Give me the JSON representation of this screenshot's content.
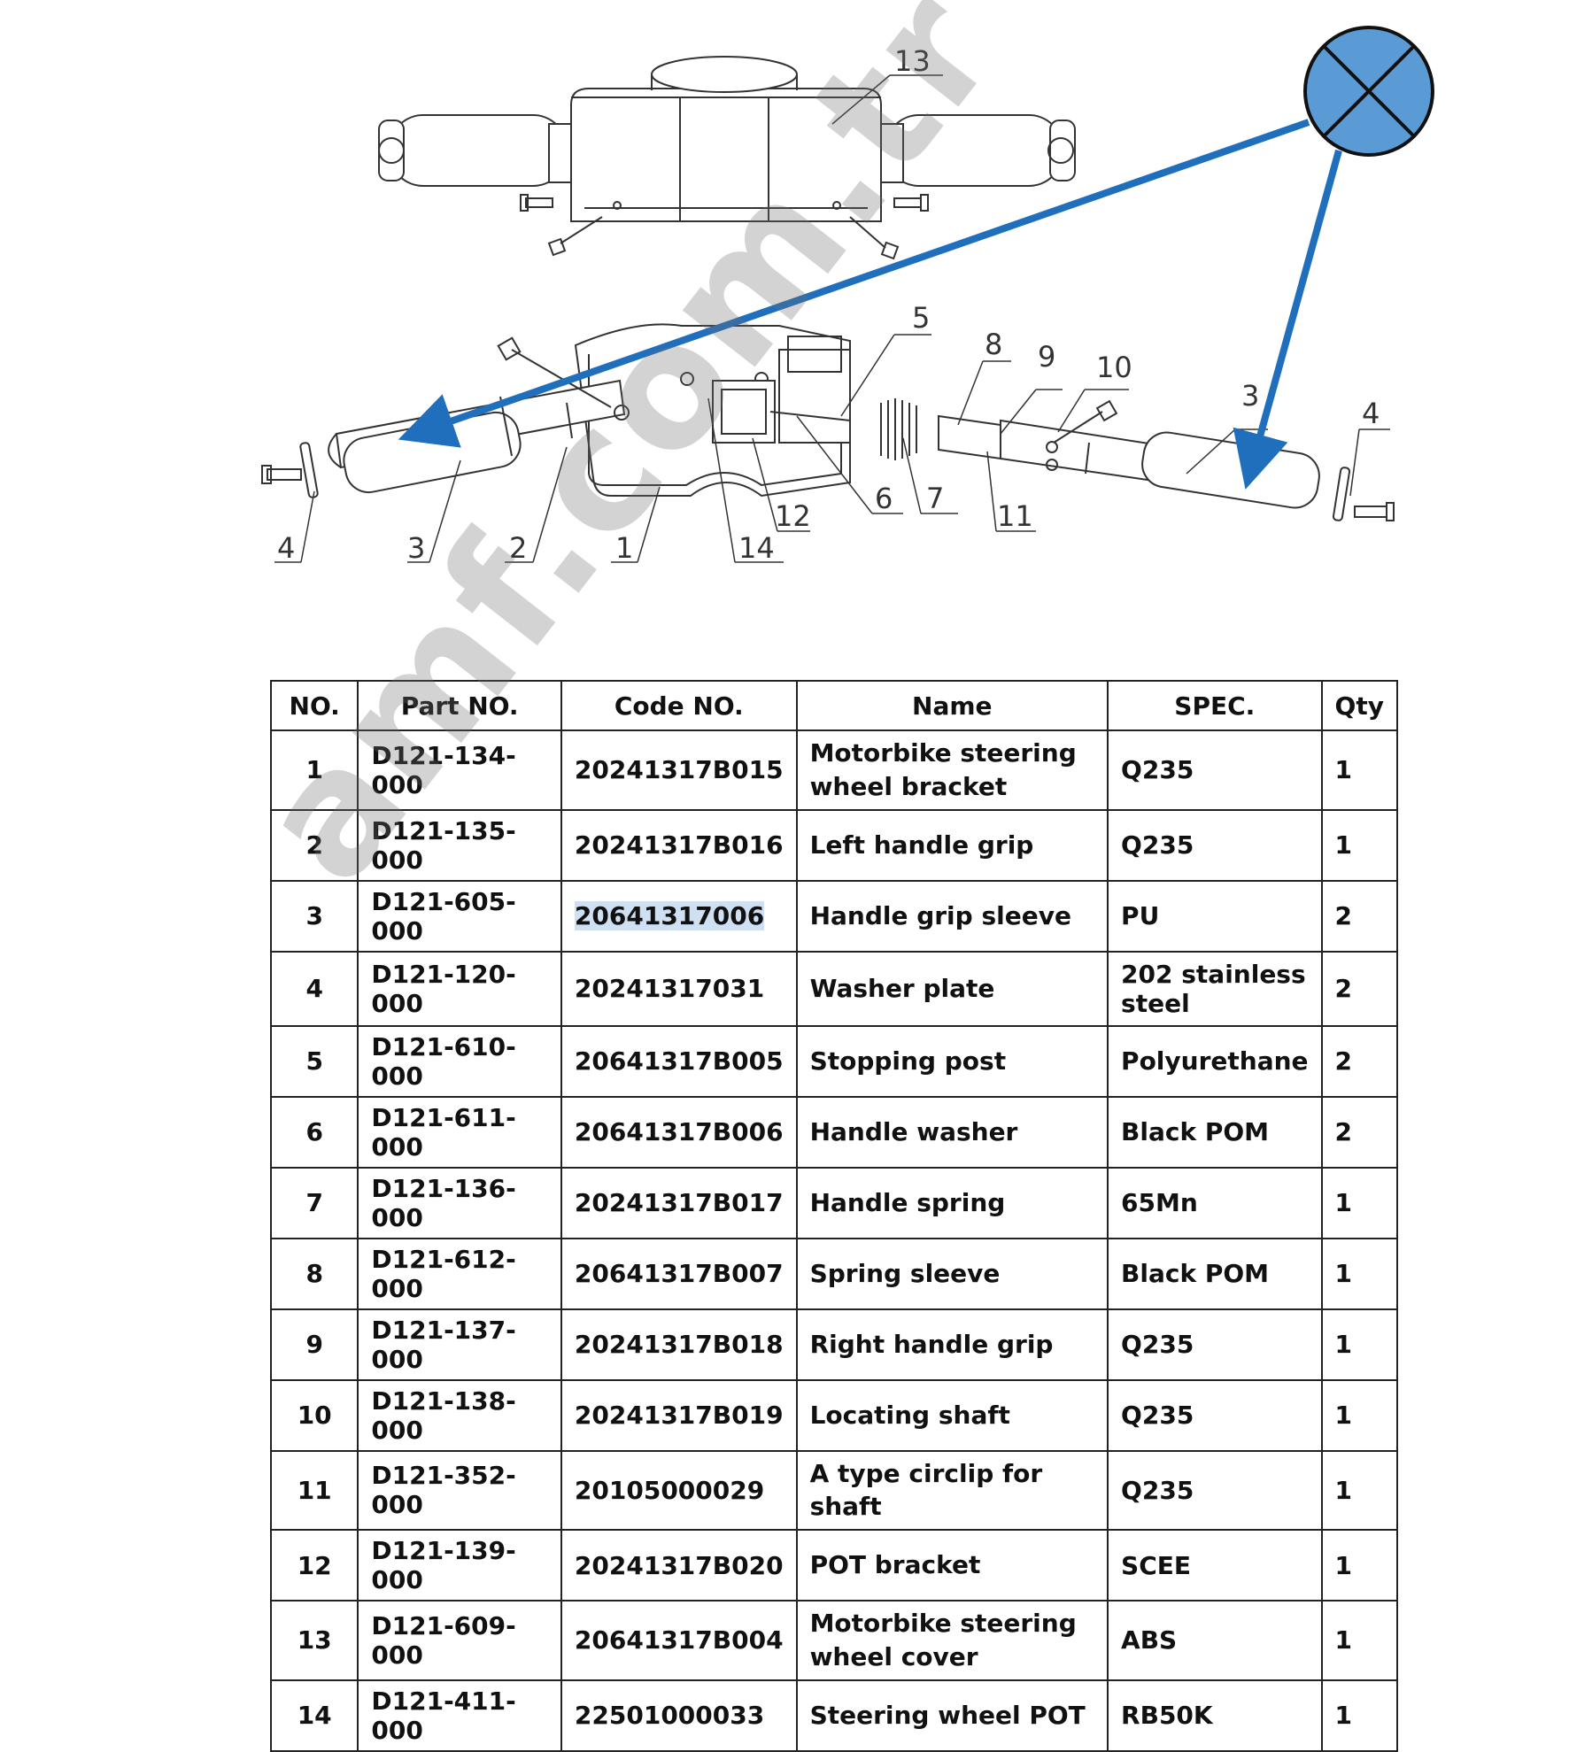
{
  "diagram": {
    "top_callout": "13",
    "exploded_callouts": [
      "5",
      "8",
      "9",
      "10",
      "3",
      "4",
      "6",
      "7",
      "11",
      "12",
      "14",
      "1",
      "2",
      "3",
      "4"
    ],
    "marker_icon": "blue-circle-x-icon",
    "marker_color": "#5b9bd5",
    "arrow_color": "#1f6fbd"
  },
  "watermark": "amf.com.tr",
  "table": {
    "headers": [
      "NO.",
      "Part NO.",
      "Code NO.",
      "Name",
      "SPEC.",
      "Qty"
    ],
    "rows": [
      {
        "no": "1",
        "part": "D121-134-000",
        "code": "20241317B015",
        "name": "Motorbike steering wheel bracket",
        "spec": "Q235",
        "qty": "1"
      },
      {
        "no": "2",
        "part": "D121-135-000",
        "code": "20241317B016",
        "name": "Left handle grip",
        "spec": "Q235",
        "qty": "1"
      },
      {
        "no": "3",
        "part": "D121-605-000",
        "code": "20641317006",
        "name": "Handle grip sleeve",
        "spec": "PU",
        "qty": "2"
      },
      {
        "no": "4",
        "part": "D121-120-000",
        "code": "20241317031",
        "name": "Washer plate",
        "spec": "202 stainless steel",
        "qty": "2"
      },
      {
        "no": "5",
        "part": "D121-610-000",
        "code": "20641317B005",
        "name": "Stopping post",
        "spec": "Polyurethane",
        "qty": "2"
      },
      {
        "no": "6",
        "part": "D121-611-000",
        "code": "20641317B006",
        "name": "Handle washer",
        "spec": "Black POM",
        "qty": "2"
      },
      {
        "no": "7",
        "part": "D121-136-000",
        "code": "20241317B017",
        "name": "Handle spring",
        "spec": "65Mn",
        "qty": "1"
      },
      {
        "no": "8",
        "part": "D121-612-000",
        "code": "20641317B007",
        "name": "Spring sleeve",
        "spec": "Black POM",
        "qty": "1"
      },
      {
        "no": "9",
        "part": "D121-137-000",
        "code": "20241317B018",
        "name": "Right handle grip",
        "spec": "Q235",
        "qty": "1"
      },
      {
        "no": "10",
        "part": "D121-138-000",
        "code": "20241317B019",
        "name": "Locating shaft",
        "spec": "Q235",
        "qty": "1"
      },
      {
        "no": "11",
        "part": "D121-352-000",
        "code": "20105000029",
        "name": "A type circlip for shaft",
        "spec": "Q235",
        "qty": "1"
      },
      {
        "no": "12",
        "part": "D121-139-000",
        "code": "20241317B020",
        "name": "POT bracket",
        "spec": "SCEE",
        "qty": "1"
      },
      {
        "no": "13",
        "part": "D121-609-000",
        "code": "20641317B004",
        "name": "Motorbike steering wheel cover",
        "spec": "ABS",
        "qty": "1"
      },
      {
        "no": "14",
        "part": "D121-411-000",
        "code": "22501000033",
        "name": "Steering wheel POT",
        "spec": "RB50K",
        "qty": "1"
      }
    ]
  }
}
